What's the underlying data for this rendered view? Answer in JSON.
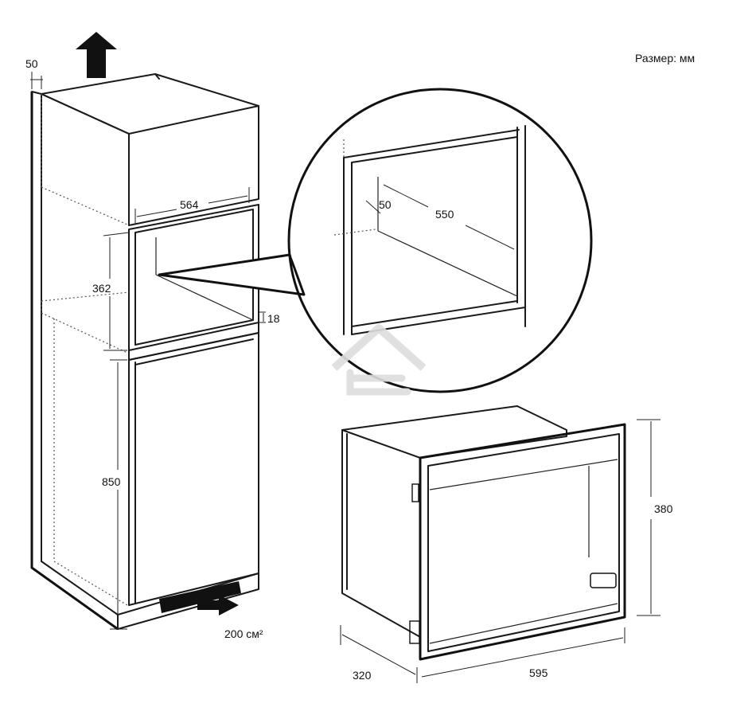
{
  "units_label": "Размер: мм",
  "dimensions": {
    "gap_top": "50",
    "niche_width": "564",
    "niche_height": "362",
    "shelf_thickness": "18",
    "floor_height": "850",
    "vent_area": "200 см²",
    "detail_depth": "50",
    "detail_width": "550",
    "oven_height": "380",
    "oven_depth": "320",
    "oven_width": "595"
  },
  "colors": {
    "line": "#1a1a1a",
    "watermark": "#d9d9d9"
  }
}
